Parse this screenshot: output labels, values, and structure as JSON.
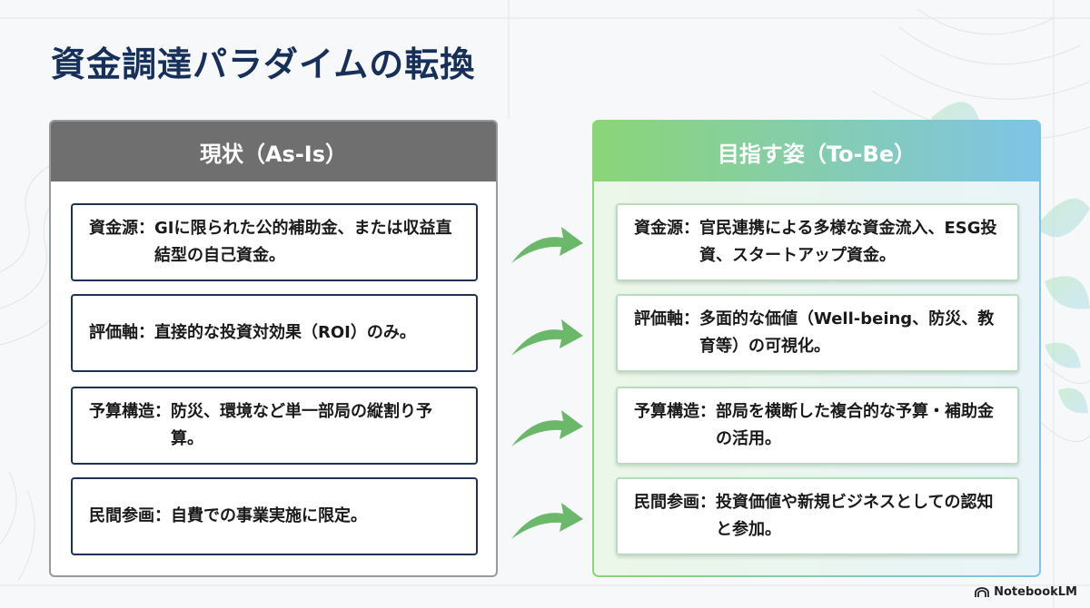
{
  "title": "資金調達パラダイムの転換",
  "left": {
    "header": "現状（As-Is）",
    "items": [
      {
        "label": "資金源：",
        "text": "GIに限られた公的補助金、または収益直結型の自己資金。"
      },
      {
        "label": "評価軸：",
        "text": "直接的な投資対効果（ROI）のみ。"
      },
      {
        "label": "予算構造：",
        "text": "防災、環境など単一部局の縦割り予算。"
      },
      {
        "label": "民間参画：",
        "text": "自費での事業実施に限定。"
      }
    ]
  },
  "right": {
    "header": "目指す姿（To-Be）",
    "items": [
      {
        "label": "資金源：",
        "text": "官民連携による多様な資金流入、ESG投資、スタートアップ資金。"
      },
      {
        "label": "評価軸：",
        "text": "多面的な価値（Well-being、防災、教育等）の可視化。"
      },
      {
        "label": "予算構造：",
        "text": "部局を横断した複合的な予算・補助金の活用。"
      },
      {
        "label": "民間参画：",
        "text": "投資価値や新規ビジネスとしての認知と参加。"
      }
    ]
  },
  "brand": {
    "name": "NotebookLM",
    "icon": "notebooklm-logo-icon"
  },
  "colors": {
    "title": "#16305a",
    "left_header": "#6f6f6f",
    "right_header_start": "#8ad577",
    "right_header_end": "#7fc4e6",
    "arrow": "#6cb86a"
  }
}
